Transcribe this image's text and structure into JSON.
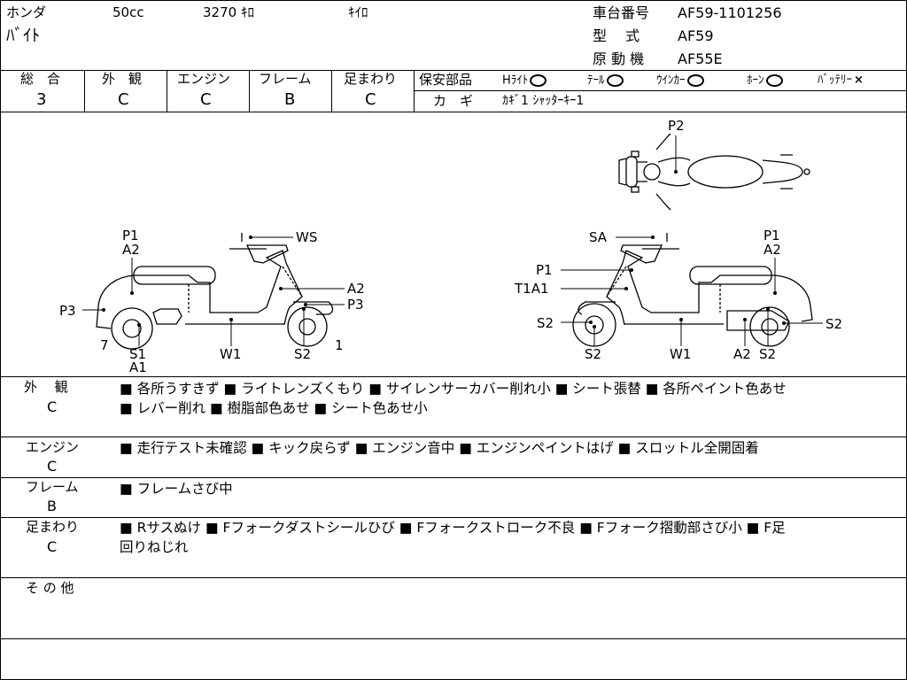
{
  "header": {
    "maker": "ホンダ",
    "displacement": "50cc",
    "mileage": "3270 ｷﾛ",
    "unit": "ｷｲﾛ",
    "model_name": "ﾊﾞｲﾄ",
    "frame_no_label": "車台番号",
    "frame_no": "AF59-1101256",
    "type_label": "型　 式",
    "type": "AF59",
    "engine_label": "原 動 機",
    "engine": "AF55E"
  },
  "grades": {
    "overall_label": "総　合",
    "overall": "3",
    "exterior_label": "外　観",
    "exterior": "C",
    "engine_label": "エンジン",
    "engine": "C",
    "frame_label": "フレーム",
    "frame": "B",
    "suspension_label": "足まわり",
    "suspension": "C"
  },
  "safety": {
    "label": "保安部品",
    "items": [
      {
        "name": "Hﾗｲﾄ",
        "status": "circle"
      },
      {
        "name": "ﾃｰﾙ",
        "status": "circle"
      },
      {
        "name": "ｳｲﾝｶｰ",
        "status": "circle"
      },
      {
        "name": "ﾎｰﾝ",
        "status": "circle"
      },
      {
        "name": "ﾊﾞｯﾃﾘｰ",
        "status": "x"
      }
    ],
    "x_symbol": "×",
    "key_label": "カ　ギ",
    "key_value": "ｶｷﾞ1 ｼｬｯﾀｰｷｰ1"
  },
  "diagram": {
    "top_labels": [
      "P2"
    ],
    "left_labels": [
      "P1",
      "A2",
      "WS",
      "A2",
      "P3",
      "P3",
      "7",
      "S1",
      "A1",
      "W1",
      "S2",
      "1"
    ],
    "right_labels": [
      "SA",
      "P1",
      "A2",
      "P1",
      "T1A1",
      "S2",
      "S2",
      "W1",
      "A2",
      "S2",
      "S2"
    ]
  },
  "sections": {
    "exterior": {
      "label": "外　 観",
      "grade": "C",
      "lines": [
        "■ 各所うすきず ■ ライトレンズくもり ■ サイレンサーカバー削れ小 ■ シート張替 ■ 各所ペイント色あせ",
        "■ レバー削れ ■ 樹脂部色あせ ■ シート色あせ小"
      ]
    },
    "engine": {
      "label": "エンジン",
      "grade": "C",
      "lines": [
        "■ 走行テスト未確認 ■ キック戻らず ■ エンジン音中 ■ エンジンペイントはげ ■ スロットル全開固着"
      ]
    },
    "frame": {
      "label": "フレーム",
      "grade": "B",
      "lines": [
        "■ フレームさび中"
      ]
    },
    "suspension": {
      "label": "足まわり",
      "grade": "C",
      "lines": [
        "■ Rサスぬけ ■ Fフォークダストシールひび ■ Fフォークストローク不良 ■ Fフォーク摺動部さび小 ■ F足",
        "回りねじれ"
      ]
    },
    "other": {
      "label": "そ の 他"
    }
  }
}
